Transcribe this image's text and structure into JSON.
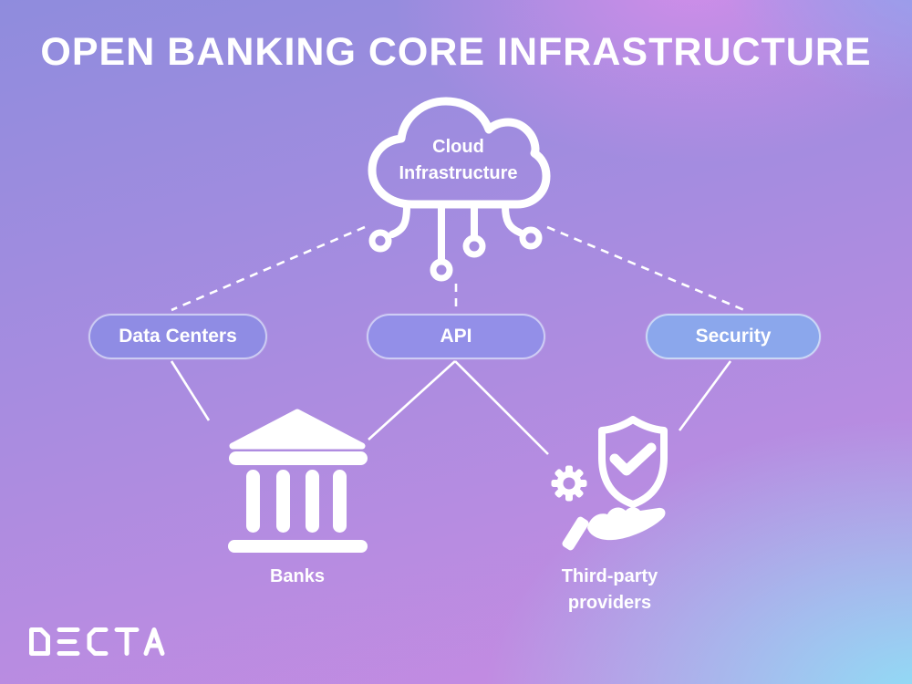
{
  "title": "OPEN BANKING CORE INFRASTRUCTURE",
  "brand": {
    "logo_text": "DECTA"
  },
  "diagram": {
    "root": {
      "icon": "cloud-circuit-icon",
      "label_line1": "Cloud",
      "label_line2": "Infrastructure"
    },
    "pills": [
      {
        "id": "data-centers",
        "label": "Data Centers",
        "fill": "#8f8ce4"
      },
      {
        "id": "api",
        "label": "API",
        "fill": "#938fe8"
      },
      {
        "id": "security",
        "label": "Security",
        "fill": "#8ba7ec"
      }
    ],
    "leaves": [
      {
        "id": "banks",
        "icon": "bank-icon",
        "label": "Banks"
      },
      {
        "id": "third-party-providers",
        "icon": "shield-check-gear-hand-icon",
        "label_line1": "Third-party",
        "label_line2": "providers"
      }
    ],
    "edges": [
      {
        "from": "cloud-infrastructure",
        "to": "data-centers",
        "style": "dashed"
      },
      {
        "from": "cloud-infrastructure",
        "to": "api",
        "style": "dashed"
      },
      {
        "from": "cloud-infrastructure",
        "to": "security",
        "style": "dashed"
      },
      {
        "from": "data-centers",
        "to": "banks",
        "style": "solid"
      },
      {
        "from": "api",
        "to": "banks",
        "style": "solid"
      },
      {
        "from": "api",
        "to": "third-party-providers",
        "style": "solid"
      },
      {
        "from": "security",
        "to": "third-party-providers",
        "style": "solid"
      }
    ]
  },
  "colors": {
    "text": "#ffffff",
    "line": "#ffffff",
    "bg_top_left": "#8f8cde",
    "bg_center_pink": "#c48ae2",
    "bg_bottom_left_pink": "#c987dd",
    "bg_bottom_right_cyan": "#8edcf4",
    "pill_border": "rgba(255,255,255,0.55)"
  }
}
